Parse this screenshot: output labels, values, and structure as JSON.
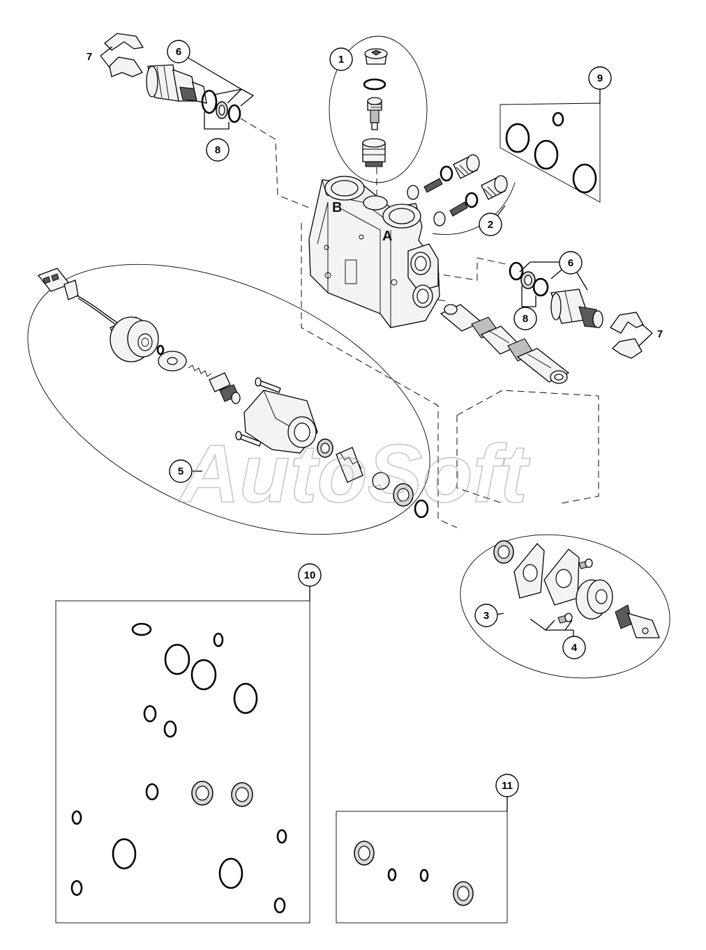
{
  "watermark": "AutoSoft",
  "ports": {
    "a": "A",
    "b": "B"
  },
  "callouts": {
    "c1": "1",
    "c2": "2",
    "c3": "3",
    "c4": "4",
    "c5": "5",
    "c6a": "6",
    "c6b": "6",
    "c7a": "7",
    "c7b": "7",
    "c8a": "8",
    "c8b": "8",
    "c9": "9",
    "c10": "10",
    "c11": "11"
  }
}
